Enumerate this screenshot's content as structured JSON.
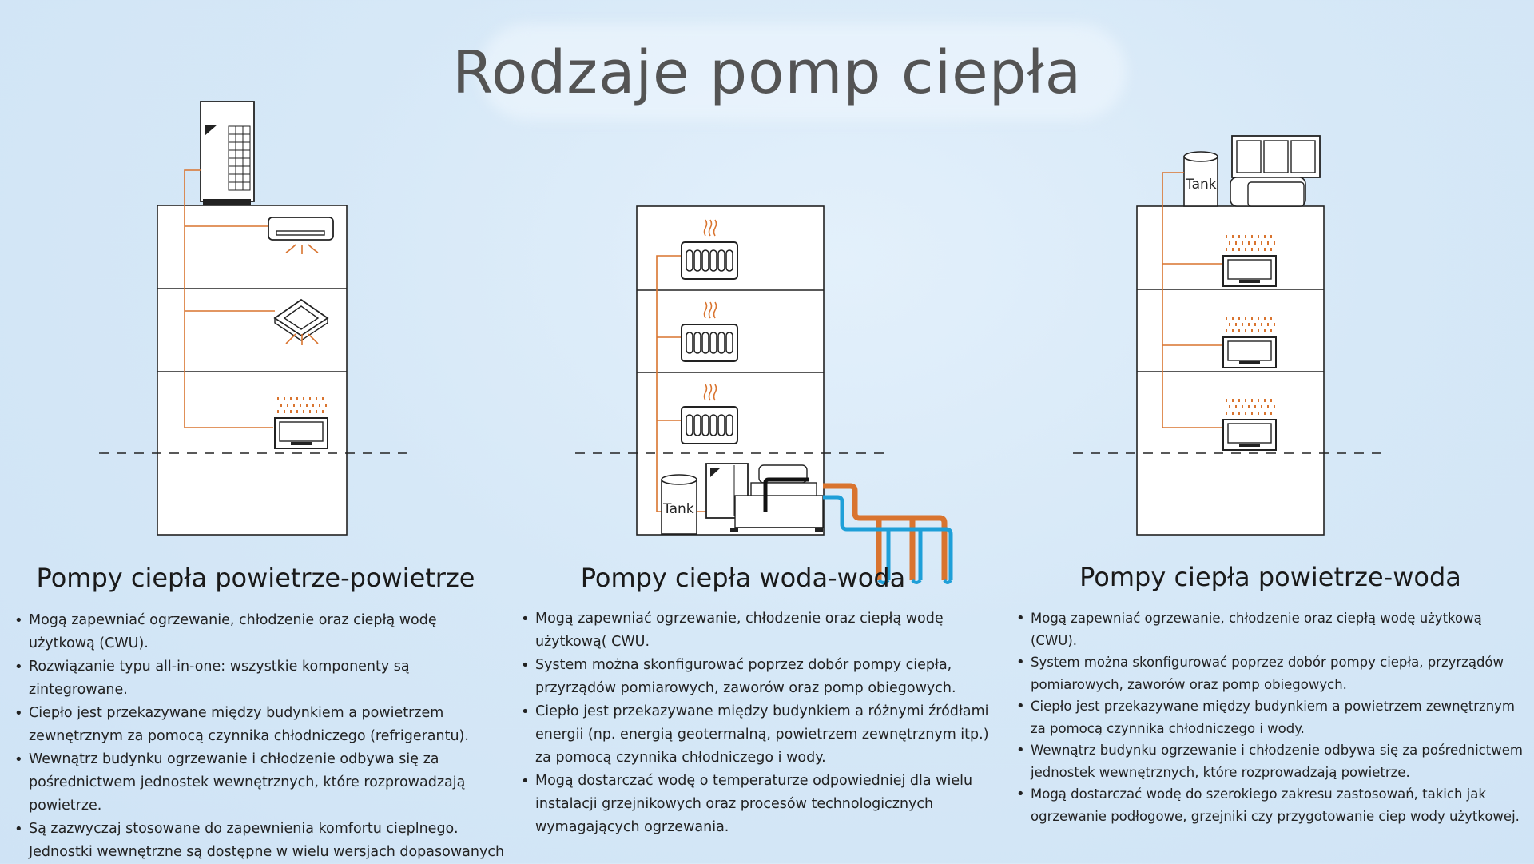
{
  "title": "Rodzaje pomp ciepła",
  "colors": {
    "pipe_orange": "#d9742f",
    "pipe_blue": "#1e9fd8",
    "line": "#222222",
    "background": "#d6e8f7"
  },
  "columns": [
    {
      "heading": "Pompy ciepła powietrze-powietrze",
      "bullets": [
        "Mogą zapewniać ogrzewanie, chłodzenie oraz ciepłą wodę użytkową (CWU).",
        "Rozwiązanie typu all-in-one: wszystkie komponenty są zintegrowane.",
        "Ciepło jest przekazywane między budynkiem a powietrzem zewnętrznym za pomocą czynnika chłodniczego (refrigerantu).",
        "Wewnątrz budynku ogrzewanie i chłodzenie odbywa się za pośrednictwem jednostek wewnętrznych, które rozprowadzają powietrze.",
        "Są zazwyczaj stosowane do zapewnienia komfortu cieplnego. Jednostki wewnętrzne są dostępne w wielu wersjach dopasowanych"
      ]
    },
    {
      "heading": "Pompy ciepła woda-woda",
      "tank_label": "Tank",
      "bullets": [
        "Mogą zapewniać ogrzewanie, chłodzenie oraz ciepłą wodę użytkową( CWU.",
        "System można skonfigurować poprzez dobór pompy ciepła, przyrządów pomiarowych, zaworów oraz pomp obiegowych.",
        "Ciepło jest przekazywane między budynkiem a różnymi źródłami energii (np. energią geotermalną, powietrzem zewnętrznym itp.) za pomocą czynnika chłodniczego i wody.",
        "Mogą dostarczać wodę o temperaturze odpowiedniej dla wielu instalacji grzejnikowych oraz procesów technologicznych wymagających ogrzewania."
      ]
    },
    {
      "heading": "Pompy ciepła powietrze-woda",
      "tank_label": "Tank",
      "bullets": [
        "Mogą zapewniać ogrzewanie, chłodzenie oraz ciepłą wodę użytkową (CWU).",
        "System można skonfigurować poprzez dobór pompy ciepła, przyrządów pomiarowych, zaworów oraz pomp obiegowych.",
        "Ciepło jest przekazywane między budynkiem a powietrzem zewnętrznym za pomocą czynnika chłodniczego i wody.",
        "Wewnątrz budynku ogrzewanie i chłodzenie odbywa się za pośrednictwem jednostek wewnętrznych, które rozprowadzają powietrze.",
        "Mogą dostarczać wodę do szerokiego zakresu zastosowań, takich jak ogrzewanie podłogowe, grzejniki czy przygotowanie ciep wody użytkowej."
      ]
    }
  ]
}
